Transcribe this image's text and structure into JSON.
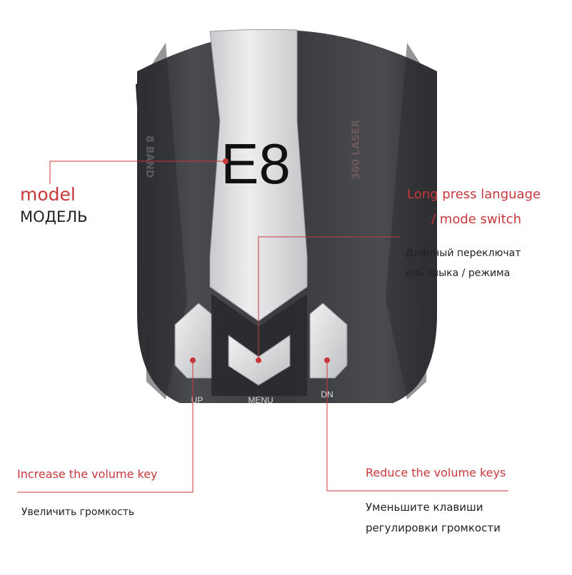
{
  "device": {
    "model_text": "E8",
    "side_left_text": "8 BAND",
    "side_right_text": "360 LASER",
    "buttons": {
      "up": "UP",
      "menu": "MENU",
      "dn": "DN"
    }
  },
  "callouts": {
    "model": {
      "en": "model",
      "ru": "МОДЕЛЬ"
    },
    "menu": {
      "en_line1": "Long press language",
      "en_line2": "/ mode switch",
      "ru_line1": "Длинный переключат",
      "ru_line2": "ель языка / режима"
    },
    "up": {
      "en": "Increase the volume key",
      "ru": "Увеличить громкость"
    },
    "dn": {
      "en": "Reduce the volume keys",
      "ru_line1": "Уменьшите клавиши",
      "ru_line2": "регулировки громкости"
    }
  },
  "colors": {
    "accent_red": "#c8383b",
    "body_dark": "#3a3b3f",
    "panel_silver": "#d9dadc",
    "text_dark": "#222222"
  }
}
